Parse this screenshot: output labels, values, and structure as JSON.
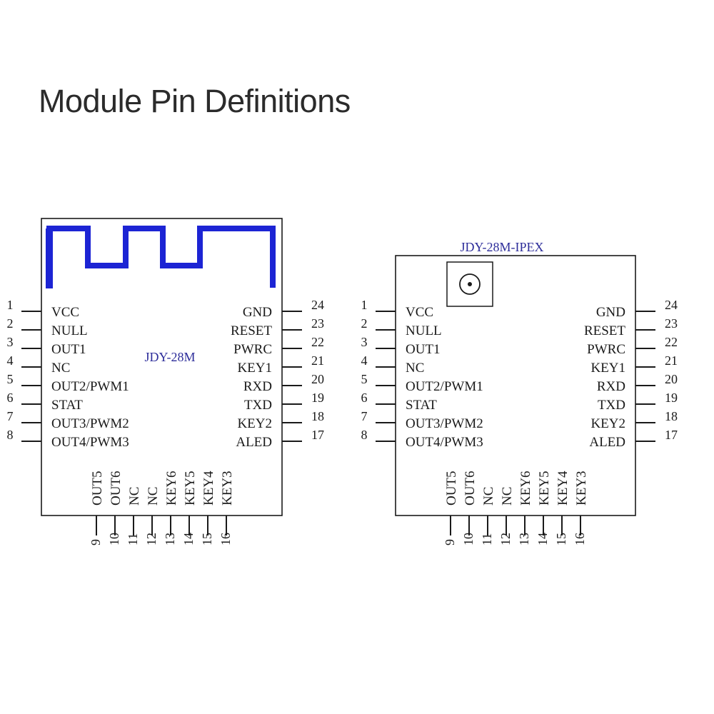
{
  "title": "Module Pin Definitions",
  "colors": {
    "antenna": "#1c24d4",
    "module_label": "#2d2d9a",
    "outline": "#1a1a1a"
  },
  "modules": [
    {
      "id": "jdy-28m",
      "name": "JDY-28M",
      "antenna": "pcb-trace",
      "left_pins": [
        {
          "num": "1",
          "label": "VCC"
        },
        {
          "num": "2",
          "label": "NULL"
        },
        {
          "num": "3",
          "label": "OUT1"
        },
        {
          "num": "4",
          "label": "NC"
        },
        {
          "num": "5",
          "label": "OUT2/PWM1"
        },
        {
          "num": "6",
          "label": "STAT"
        },
        {
          "num": "7",
          "label": "OUT3/PWM2"
        },
        {
          "num": "8",
          "label": "OUT4/PWM3"
        }
      ],
      "right_pins": [
        {
          "num": "24",
          "label": "GND"
        },
        {
          "num": "23",
          "label": "RESET"
        },
        {
          "num": "22",
          "label": "PWRC"
        },
        {
          "num": "21",
          "label": "KEY1"
        },
        {
          "num": "20",
          "label": "RXD"
        },
        {
          "num": "19",
          "label": "TXD"
        },
        {
          "num": "18",
          "label": "KEY2"
        },
        {
          "num": "17",
          "label": "ALED"
        }
      ],
      "bottom_pins": [
        {
          "num": "9",
          "label": "OUT5"
        },
        {
          "num": "10",
          "label": "OUT6"
        },
        {
          "num": "11",
          "label": "NC"
        },
        {
          "num": "12",
          "label": "NC"
        },
        {
          "num": "13",
          "label": "KEY6"
        },
        {
          "num": "14",
          "label": "KEY5"
        },
        {
          "num": "15",
          "label": "KEY4"
        },
        {
          "num": "16",
          "label": "KEY3"
        }
      ]
    },
    {
      "id": "jdy-28m-ipex",
      "name": "JDY-28M-IPEX",
      "antenna": "ipex-connector",
      "left_pins": [
        {
          "num": "1",
          "label": "VCC"
        },
        {
          "num": "2",
          "label": "NULL"
        },
        {
          "num": "3",
          "label": "OUT1"
        },
        {
          "num": "4",
          "label": "NC"
        },
        {
          "num": "5",
          "label": "OUT2/PWM1"
        },
        {
          "num": "6",
          "label": "STAT"
        },
        {
          "num": "7",
          "label": "OUT3/PWM2"
        },
        {
          "num": "8",
          "label": "OUT4/PWM3"
        }
      ],
      "right_pins": [
        {
          "num": "24",
          "label": "GND"
        },
        {
          "num": "23",
          "label": "RESET"
        },
        {
          "num": "22",
          "label": "PWRC"
        },
        {
          "num": "21",
          "label": "KEY1"
        },
        {
          "num": "20",
          "label": "RXD"
        },
        {
          "num": "19",
          "label": "TXD"
        },
        {
          "num": "18",
          "label": "KEY2"
        },
        {
          "num": "17",
          "label": "ALED"
        }
      ],
      "bottom_pins": [
        {
          "num": "9",
          "label": "OUT5"
        },
        {
          "num": "10",
          "label": "OUT6"
        },
        {
          "num": "11",
          "label": "NC"
        },
        {
          "num": "12",
          "label": "NC"
        },
        {
          "num": "13",
          "label": "KEY6"
        },
        {
          "num": "14",
          "label": "KEY5"
        },
        {
          "num": "15",
          "label": "KEY4"
        },
        {
          "num": "16",
          "label": "KEY3"
        }
      ]
    }
  ]
}
